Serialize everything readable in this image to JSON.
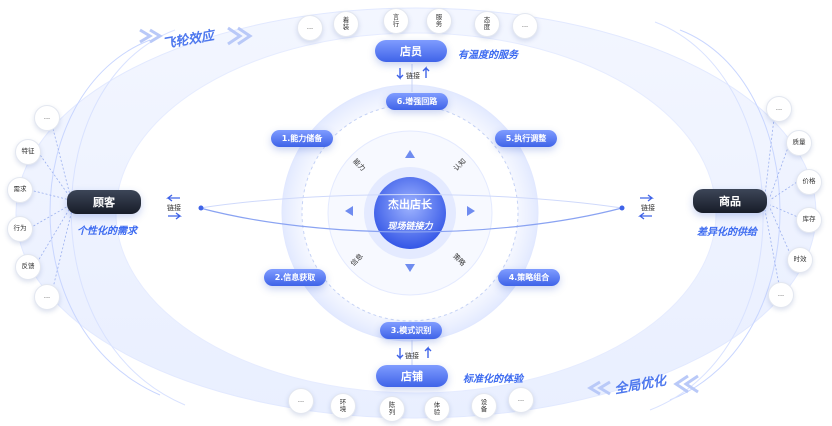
{
  "flywheel_label": "飞轮效应",
  "global_label": "全局优化",
  "center": {
    "title": "杰出店长",
    "subtitle": "现场链接力"
  },
  "nodes": {
    "staff": {
      "label": "店员",
      "slogan": "有温度的服务",
      "link": "链接"
    },
    "store": {
      "label": "店铺",
      "slogan": "标准化的体验",
      "link": "链接"
    },
    "customer": {
      "label": "顾客",
      "slogan": "个性化的需求",
      "link": "链接"
    },
    "goods": {
      "label": "商品",
      "slogan": "差异化的供给",
      "link": "链接"
    }
  },
  "steps": [
    {
      "label": "1.能力储备"
    },
    {
      "label": "2.信息获取"
    },
    {
      "label": "3.模式识别"
    },
    {
      "label": "4.策略组合"
    },
    {
      "label": "5.执行调整"
    },
    {
      "label": "6.增强回路"
    }
  ],
  "inner_labels": {
    "ability": "能力",
    "cognition": "认知",
    "info": "信息",
    "strategy": "策略"
  },
  "staff_attrs": [
    "...",
    "着装",
    "言行",
    "服务",
    "态度",
    "..."
  ],
  "store_attrs": [
    "...",
    "环境",
    "陈列",
    "体验",
    "设备",
    "..."
  ],
  "customer_attrs": [
    "...",
    "特征",
    "需求",
    "行为",
    "反馈",
    "..."
  ],
  "goods_attrs": [
    "...",
    "质量",
    "价格",
    "库存",
    "时效",
    "..."
  ]
}
